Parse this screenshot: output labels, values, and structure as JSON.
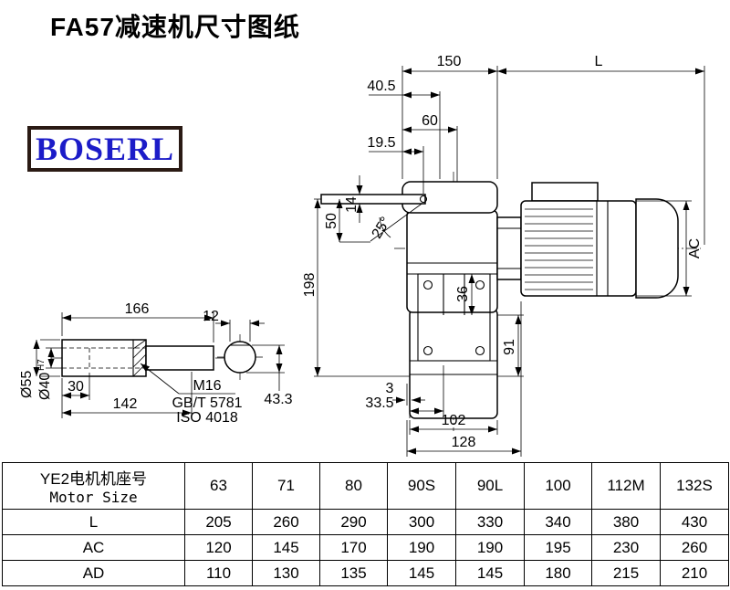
{
  "page": {
    "title": "FA57减速机尺寸图纸",
    "logo_text": "BOSERL"
  },
  "dims": {
    "top_width": "150",
    "motor_length": "L",
    "d40_5": "40.5",
    "d60": "60",
    "d19_5": "19.5",
    "d14": "14",
    "d50": "50",
    "angle": "25°",
    "d198": "198",
    "ac": "AC",
    "d36": "36",
    "d91": "91",
    "d3": "3",
    "d33_5": "33.5",
    "d102": "102",
    "d128": "128",
    "d166": "166",
    "d30": "30",
    "d142": "142",
    "dia55": "Ø55",
    "dia40": "Ø40",
    "h7": "H7",
    "m16": "M16",
    "gbt": "GB/T 5781",
    "iso": "ISO 4018",
    "d12": "12",
    "d43_3": "43.3"
  },
  "table": {
    "header": {
      "line1": "YE2电机机座号",
      "line2": "Motor Size"
    },
    "columns": [
      "63",
      "71",
      "80",
      "90S",
      "90L",
      "100",
      "112M",
      "132S"
    ],
    "rows": [
      {
        "label": "L",
        "values": [
          "205",
          "260",
          "290",
          "300",
          "330",
          "340",
          "380",
          "430"
        ]
      },
      {
        "label": "AC",
        "values": [
          "120",
          "145",
          "170",
          "190",
          "190",
          "195",
          "230",
          "260"
        ]
      },
      {
        "label": "AD",
        "values": [
          "110",
          "130",
          "135",
          "145",
          "145",
          "180",
          "215",
          "210"
        ]
      }
    ]
  }
}
